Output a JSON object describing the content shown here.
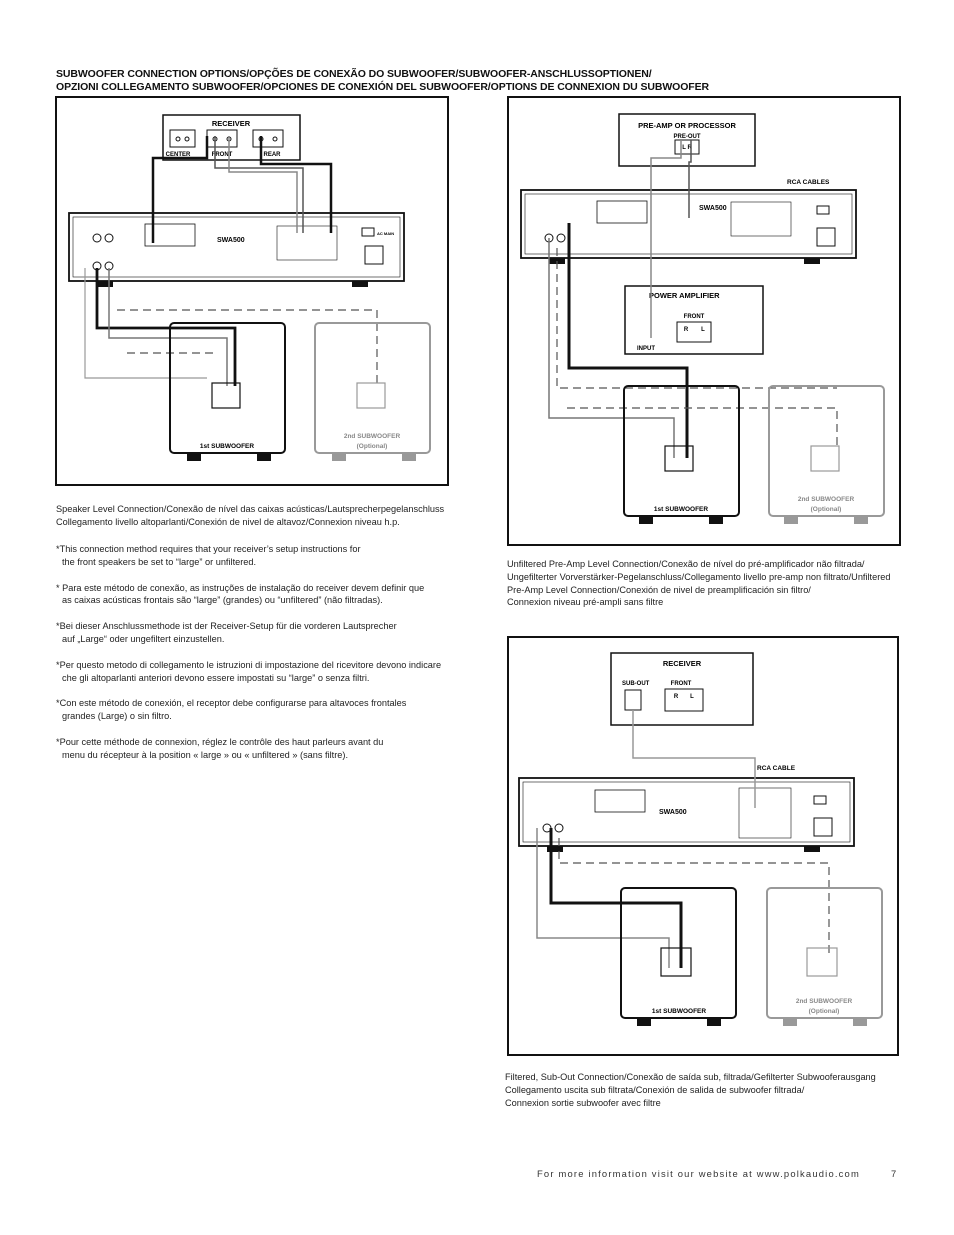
{
  "heading": {
    "line1": "SUBWOOFER CONNECTION OPTIONS/OPÇÕES DE CONEXÃO DO SUBWOOFER/SUBWOOFER-ANSCHLUSSOPTIONEN/",
    "line2": "OPZIONI COLLEGAMENTO SUBWOOFER/OPCIONES DE CONEXIÓN DEL SUBWOOFER/OPTIONS DE CONNEXION DU SUBWOOFER"
  },
  "diagram1": {
    "receiver": "RECEIVER",
    "center": "CENTER",
    "front": "FRONT",
    "rear": "REAR",
    "model": "SWA500",
    "ac_main": "AC MAIN",
    "sub1": "1st SUBWOOFER",
    "sub2": "2nd SUBWOOFER",
    "optional": "(Optional)",
    "caption_line1": "Speaker Level Connection/Conexão de nível das caixas acústicas/Lautsprecherpegelanschluss",
    "caption_line2": "Collegamento livello altoparlanti/Conexión de nivel de altavoz/Connexion niveau h.p."
  },
  "notes": [
    {
      "l1": "*This connection method requires that your receiver’s setup instructions for",
      "l2": "the front speakers be set to “large” or unfiltered."
    },
    {
      "l1": "* Para este método de conexão, as instruções de instalação do receiver devem definir que",
      "l2": "as caixas acústicas frontais são “large” (grandes) ou “unfiltered” (não filtradas)."
    },
    {
      "l1": "*Bei dieser Anschlussmethode ist der Receiver-Setup für die vorderen Lautsprecher",
      "l2": "auf „Large“ oder ungefiltert einzustellen."
    },
    {
      "l1": "*Per questo metodo di collegamento le istruzioni di impostazione del ricevitore devono indicare",
      "l2": "che gli altoparlanti anteriori devono essere impostati su “large” o senza filtri."
    },
    {
      "l1": "*Con este método de conexión, el receptor debe configurarse para altavoces frontales",
      "l2": "grandes (Large) o sin filtro."
    },
    {
      "l1": "*Pour cette méthode de connexion, réglez le contrôle des haut parleurs avant du",
      "l2": "menu du récepteur à la position « large » ou « unfiltered » (sans filtre)."
    }
  ],
  "diagram2": {
    "preamp": "PRE-AMP OR PROCESSOR",
    "preout": "PRE-OUT",
    "lr": "L  R",
    "rca_cables": "RCA CABLES",
    "model": "SWA500",
    "power_amp": "POWER AMPLIFIER",
    "front": "FRONT",
    "r": "R",
    "l": "L",
    "input": "INPUT",
    "sub1": "1st SUBWOOFER",
    "sub2": "2nd SUBWOOFER",
    "optional": "(Optional)",
    "caption_line1": "Unfiltered Pre-Amp Level Connection/Conexão de nível do pré-amplificador não filtrada/",
    "caption_line2": "Ungefilterter Vorverstärker-Pegelanschluss/Collegamento livello pre-amp non filtrato/Unfiltered",
    "caption_line3": "Pre-Amp Level Connection/Conexión de nivel de preamplificación sin filtro/",
    "caption_line4": "Connexion niveau pré-ampli sans filtre"
  },
  "diagram3": {
    "receiver": "RECEIVER",
    "subout": "SUB-OUT",
    "front": "FRONT",
    "r": "R",
    "l": "L",
    "rca_cable": "RCA CABLE",
    "model": "SWA500",
    "sub1": "1st SUBWOOFER",
    "sub2": "2nd SUBWOOFER",
    "optional": "(Optional)",
    "caption_line1": "Filtered, Sub-Out Connection/Conexão de saída sub, filtrada/Gefilterter Subwooferausgang",
    "caption_line2": "Collegamento uscita sub filtrata/Conexión de salida de subwoofer filtrada/",
    "caption_line3": "Connexion sortie subwoofer avec filtre"
  },
  "footer": {
    "text": "For more information visit our website at www.polkaudio.com",
    "page": "7"
  }
}
